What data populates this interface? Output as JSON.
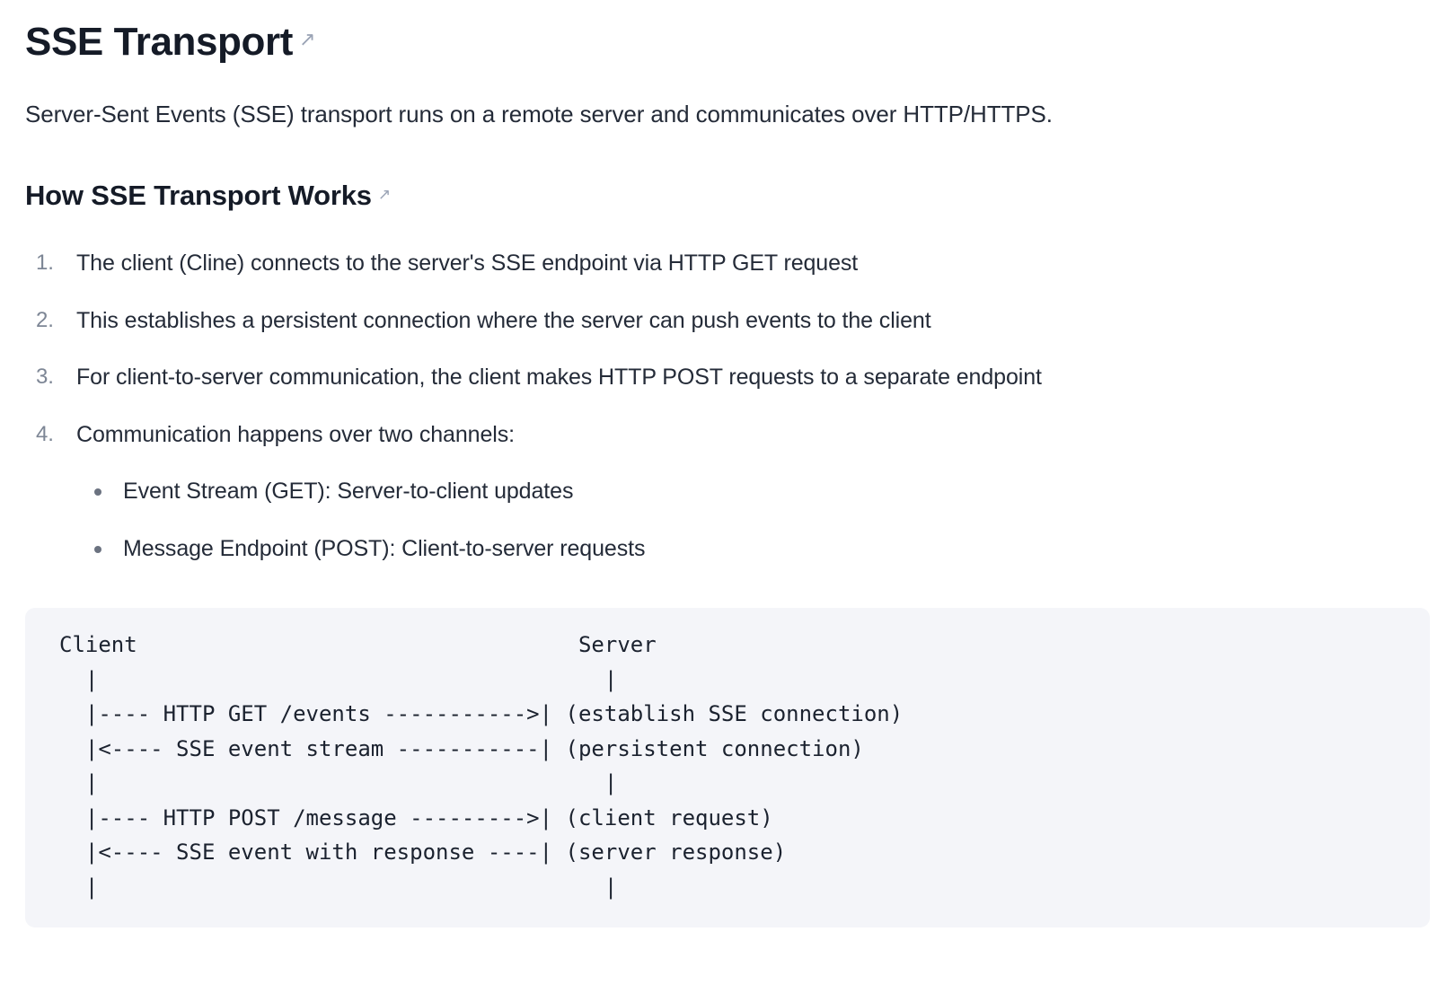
{
  "page": {
    "title": "SSE Transport",
    "title_anchor_icon": "external-link-arrow-icon",
    "intro": "Server-Sent Events (SSE) transport runs on a remote server and communicates over HTTP/HTTPS.",
    "background_color": "#ffffff",
    "text_color": "#242b38",
    "heading_color": "#151b27",
    "marker_color": "#7d8695",
    "anchor_icon_color": "#9aa3b5",
    "anchor_icon_glyph": "↗"
  },
  "section": {
    "heading": "How SSE Transport Works",
    "heading_anchor_icon": "external-link-arrow-icon",
    "steps": [
      {
        "number": "1.",
        "text": "The client (Cline) connects to the server's SSE endpoint via HTTP GET request"
      },
      {
        "number": "2.",
        "text": "This establishes a persistent connection where the server can push events to the client"
      },
      {
        "number": "3.",
        "text": "For client-to-server communication, the client makes HTTP POST requests to a separate endpoint"
      },
      {
        "number": "4.",
        "text": "Communication happens over two channels:"
      }
    ],
    "channels": [
      {
        "text": "Event Stream (GET): Server-to-client updates"
      },
      {
        "text": "Message Endpoint (POST): Client-to-server requests"
      }
    ]
  },
  "code_block": {
    "background_color": "#f4f5f9",
    "text_color": "#1b222f",
    "language": "text",
    "lines": [
      "Client                                  Server",
      "  |                                       |",
      "  |---- HTTP GET /events ----------->| (establish SSE connection)",
      "  |<---- SSE event stream -----------| (persistent connection)",
      "  |                                       |",
      "  |---- HTTP POST /message --------->| (client request)",
      "  |<---- SSE event with response ----| (server response)",
      "  |                                       |"
    ],
    "content": "Client                                  Server\n  |                                       |\n  |---- HTTP GET /events ----------->| (establish SSE connection)\n  |<---- SSE event stream -----------| (persistent connection)\n  |                                       |\n  |---- HTTP POST /message --------->| (client request)\n  |<---- SSE event with response ----| (server response)\n  |                                       |"
  }
}
